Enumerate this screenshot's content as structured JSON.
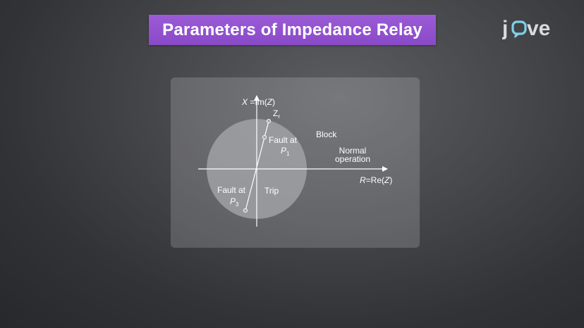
{
  "title": "Parameters of Impedance Relay",
  "logo": {
    "text_j": "j",
    "text_ve": "ve",
    "icon": "jove-speech-bubble-o-icon",
    "accent_color": "#7fd0e8"
  },
  "colors": {
    "banner": "#8f50cc",
    "circle": "#9a9ca0",
    "lines": "#ffffff"
  },
  "diagram": {
    "x_axis_label": "R",
    "x_axis_label_rest": "=Re(",
    "x_axis_label_z": "Z",
    "x_axis_label_close": ")",
    "y_axis_label": "X",
    "y_axis_label_rest": " =Im(",
    "y_axis_label_z": "Z",
    "y_axis_label_close": ")",
    "zr_label": "Z",
    "zr_sub": "r",
    "fault1_label": "Fault at",
    "fault1_point": "P",
    "fault1_sub": "1",
    "fault3_label": "Fault at",
    "fault3_point": "P",
    "fault3_sub": "3",
    "region_block": "Block",
    "region_normal_1": "Normal",
    "region_normal_2": "operation",
    "region_trip": "Trip"
  }
}
